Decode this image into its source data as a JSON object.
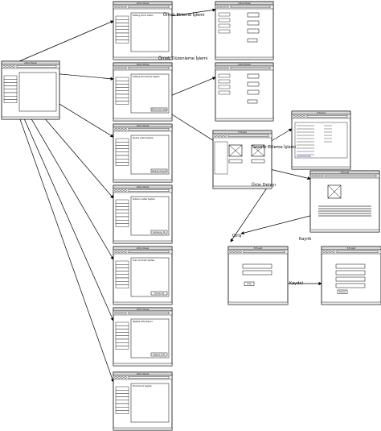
{
  "edge_labels": [
    {
      "text": "Örnek Ekleme İşlemi"
    },
    {
      "text": "Örnek Düzenleme İşlemi"
    },
    {
      "text": "Sepete Ekleme İşlemi"
    },
    {
      "text": "Ürün Detayı"
    },
    {
      "text": "Giriş"
    },
    {
      "text": "Kayıtlı"
    },
    {
      "text": "Kaydol"
    }
  ],
  "wireframes": [
    {
      "id": "home",
      "title": "Admin Paneli",
      "box": "",
      "button": ""
    },
    {
      "id": "admin-1",
      "title": "Admin Paneli",
      "box": "Katalog Ürünü Listesi",
      "button": ""
    },
    {
      "id": "admin-2",
      "title": "Admin Paneli",
      "box": "Katalog Güncelleme Sayfası",
      "button": "Ürünü Güncelle"
    },
    {
      "id": "admin-3",
      "title": "Admin Paneli",
      "box": "Sipariş Listesi Sayfası",
      "button": "Siparişi Onayla"
    },
    {
      "id": "admin-4",
      "title": "Admin Paneli",
      "box": "Kullanıcı Listesi Sayfası",
      "button": "Kullanıcıyı Sil"
    },
    {
      "id": "admin-5",
      "title": "Admin Paneli",
      "box": "Ürün Yorumları Sayfası",
      "button": "Yorumu Sil"
    },
    {
      "id": "admin-6",
      "title": "Admin Paneli",
      "box": "Mağaza Satış Raporu",
      "button": "Raporu İndir"
    },
    {
      "id": "admin-7",
      "title": "Admin Paneli",
      "box": "Stok Durum Sayfası",
      "button": ""
    },
    {
      "id": "form-add",
      "title": "Admin Paneli",
      "box": "",
      "button": ""
    },
    {
      "id": "form-edit",
      "title": "Admin Paneli",
      "box": "",
      "button": ""
    },
    {
      "id": "shop",
      "title": "E-Ticaret",
      "box": "",
      "button": ""
    },
    {
      "id": "cart",
      "title": "E-Ticaret",
      "box": "",
      "button": ""
    },
    {
      "id": "detail",
      "title": "E-Ticaret",
      "box": "",
      "button": ""
    },
    {
      "id": "login",
      "title": "E-Ticaret",
      "box": "",
      "button": "Giriş"
    },
    {
      "id": "register",
      "title": "E-Ticaret",
      "box": "",
      "button": "Kaydol"
    }
  ],
  "colors": {
    "line": "#000000",
    "window_chrome": "#d9d9d9",
    "link": "#2b57d9"
  }
}
